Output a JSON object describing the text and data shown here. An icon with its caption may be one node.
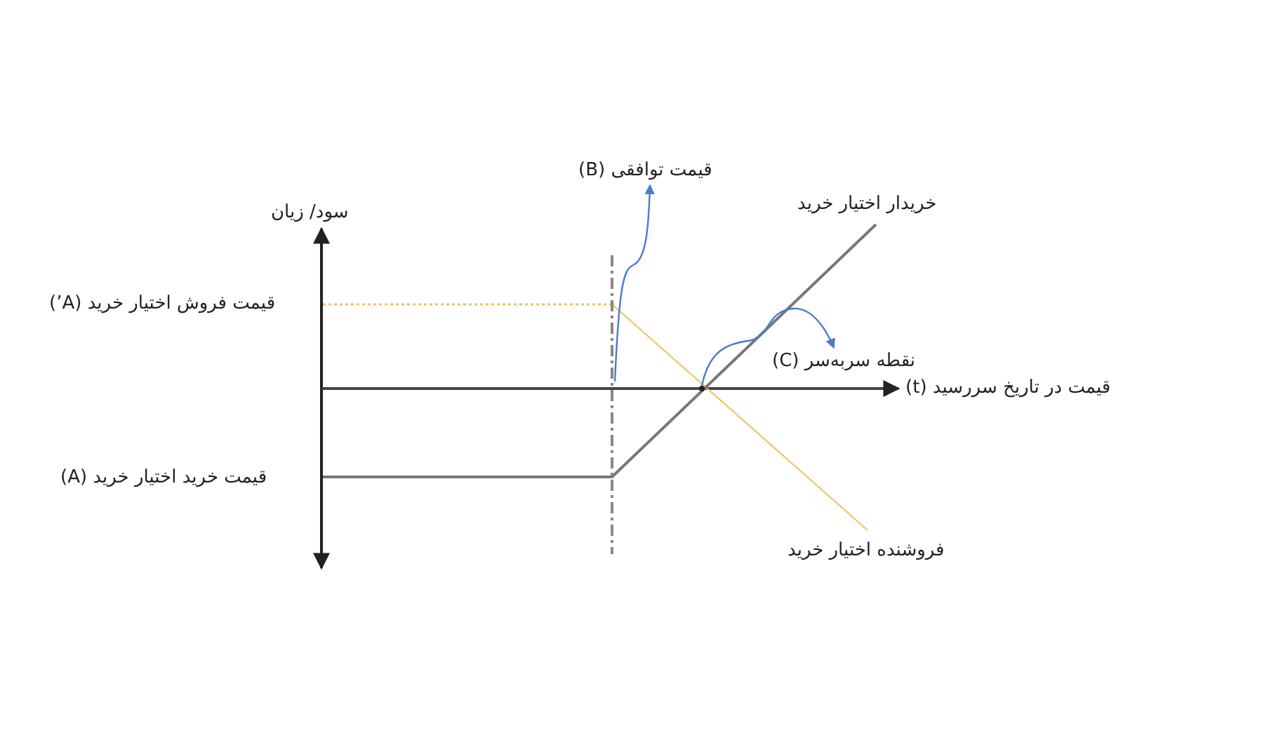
{
  "diagram": {
    "nodes": [
      {
        "text": [
          "قیمت توافقی (B)"
        ]
      },
      {
        "text": [
          "نقطه سربه‌سر (C)"
        ]
      },
      {
        "text": [],
        "shape": "line"
      },
      {
        "text": [],
        "shape": "circle"
      }
    ],
    "edges": [
      {
        "from": 2,
        "to": 0,
        "arrow": "to"
      },
      {
        "from": 3,
        "to": 1,
        "arrow": "to"
      }
    ],
    "labels": [
      "سود/ زیان",
      "خریدار اختیار خرید",
      "قیمت فروش اختیار خرید (A’)",
      "قیمت در تاریخ سررسید (t)",
      "قیمت خرید اختیار خرید (A)",
      "فروشنده اختیار خرید"
    ]
  }
}
